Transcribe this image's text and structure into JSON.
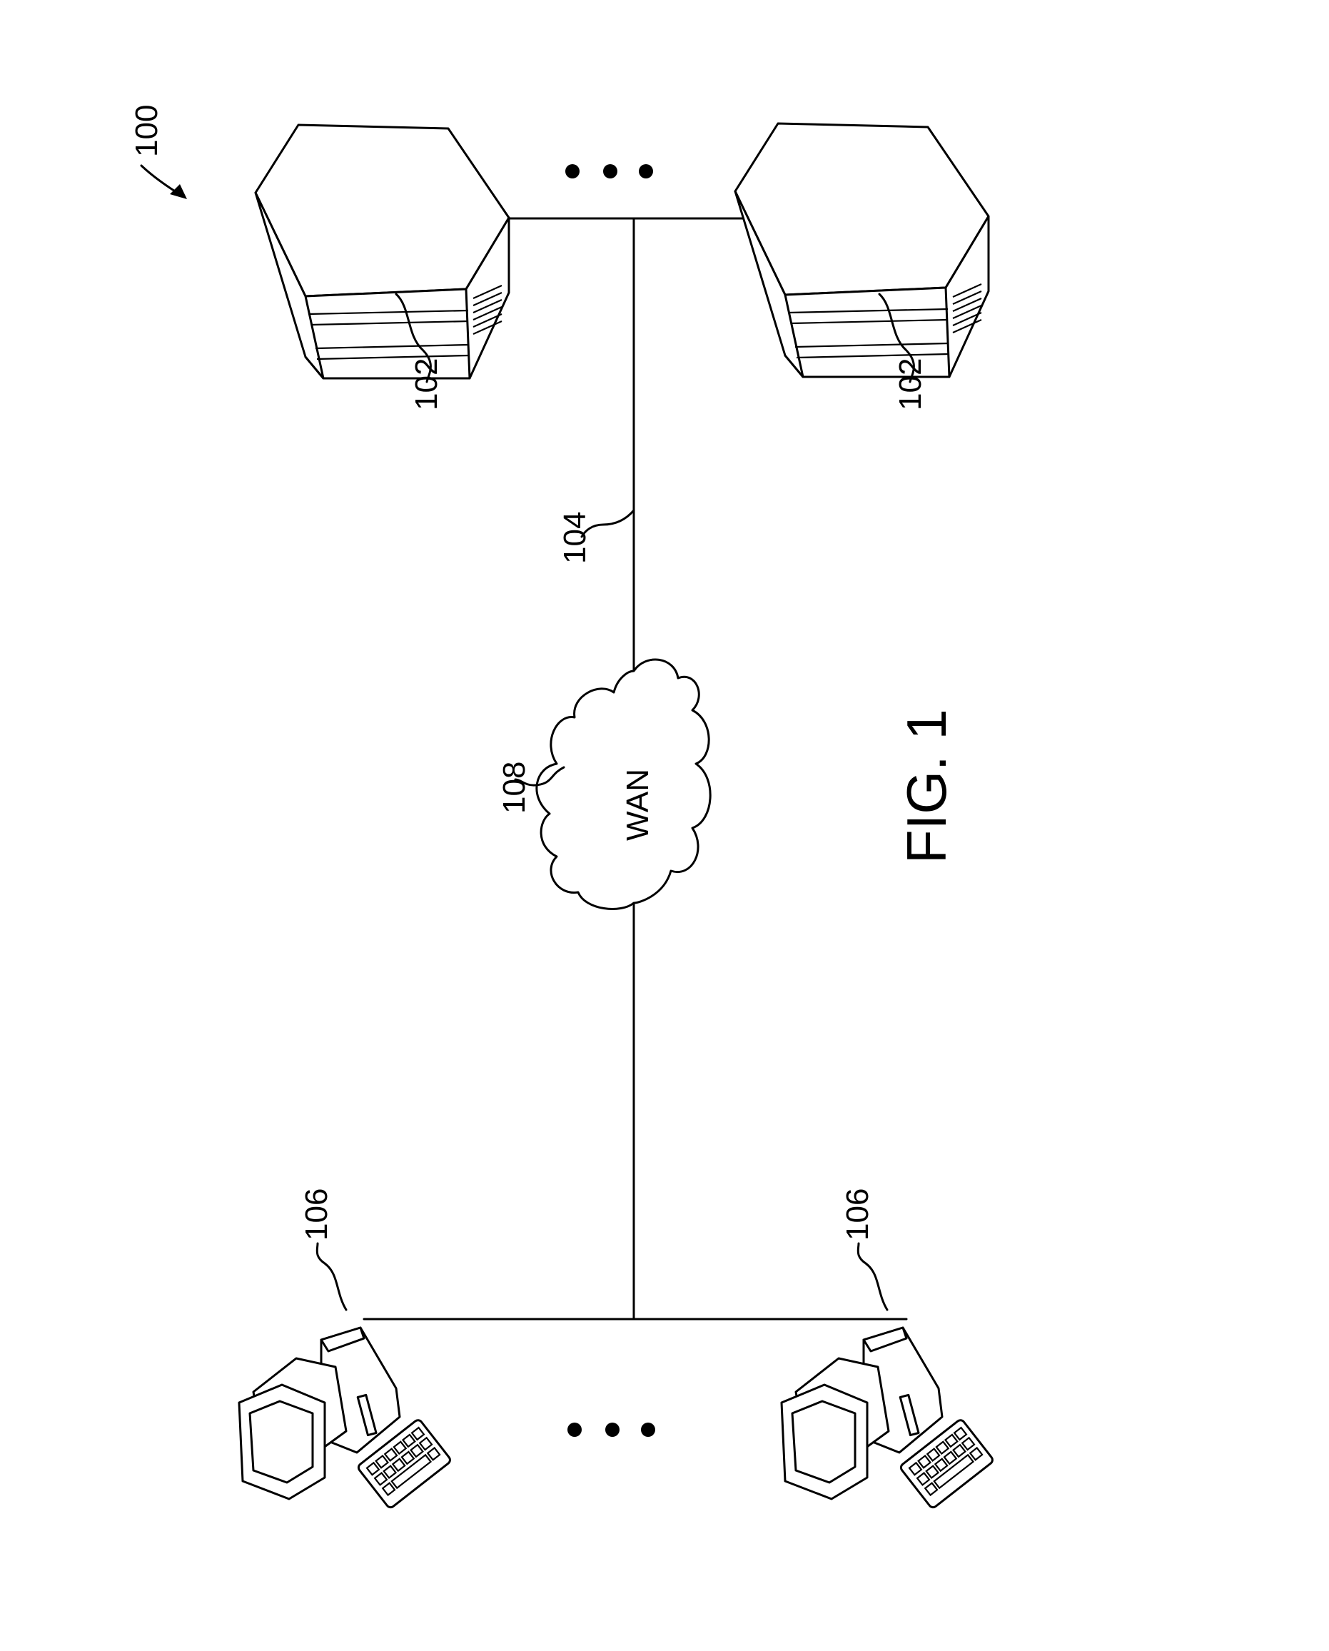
{
  "figure": {
    "caption": "FIG. 1",
    "system_ref": "100"
  },
  "network": {
    "line_ref": "104",
    "wan": {
      "ref": "108",
      "label": "WAN"
    }
  },
  "servers": [
    {
      "ref": "102"
    },
    {
      "ref": "102"
    }
  ],
  "clients": [
    {
      "ref": "106"
    },
    {
      "ref": "106"
    }
  ]
}
